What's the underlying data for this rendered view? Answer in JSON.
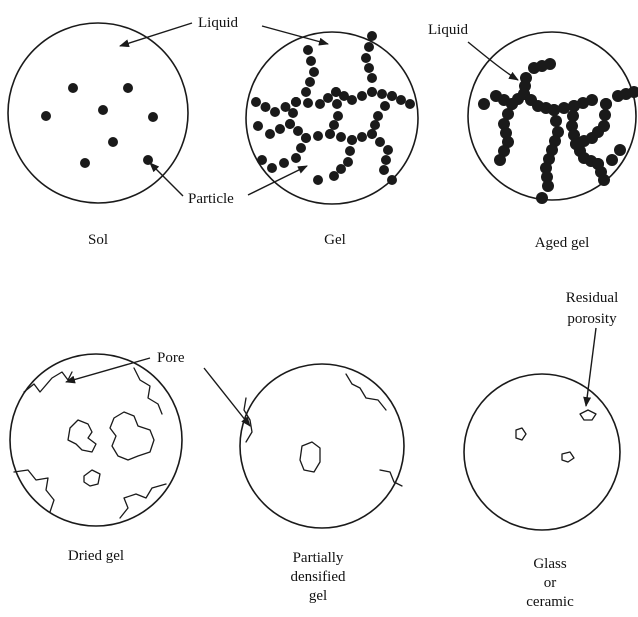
{
  "labels": {
    "liquid_1": "Liquid",
    "liquid_2": "Liquid",
    "particle": "Particle",
    "pore": "Pore",
    "residual_1": "Residual",
    "residual_2": "porosity"
  },
  "stages": [
    {
      "lines": [
        "Sol"
      ]
    },
    {
      "lines": [
        "Gel"
      ]
    },
    {
      "lines": [
        "Aged gel"
      ]
    },
    {
      "lines": [
        "Dried gel"
      ]
    },
    {
      "lines": [
        "Partially",
        "densified",
        "gel"
      ]
    },
    {
      "lines": [
        "Glass",
        "or",
        "ceramic"
      ]
    }
  ]
}
